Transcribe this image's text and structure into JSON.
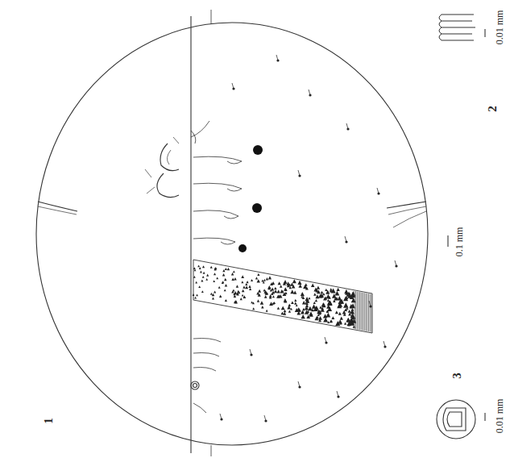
{
  "diagram": {
    "labels": [
      "2",
      "0.01 mm",
      "0.1 mm",
      "3",
      "0.01 mm",
      "1"
    ]
  }
}
